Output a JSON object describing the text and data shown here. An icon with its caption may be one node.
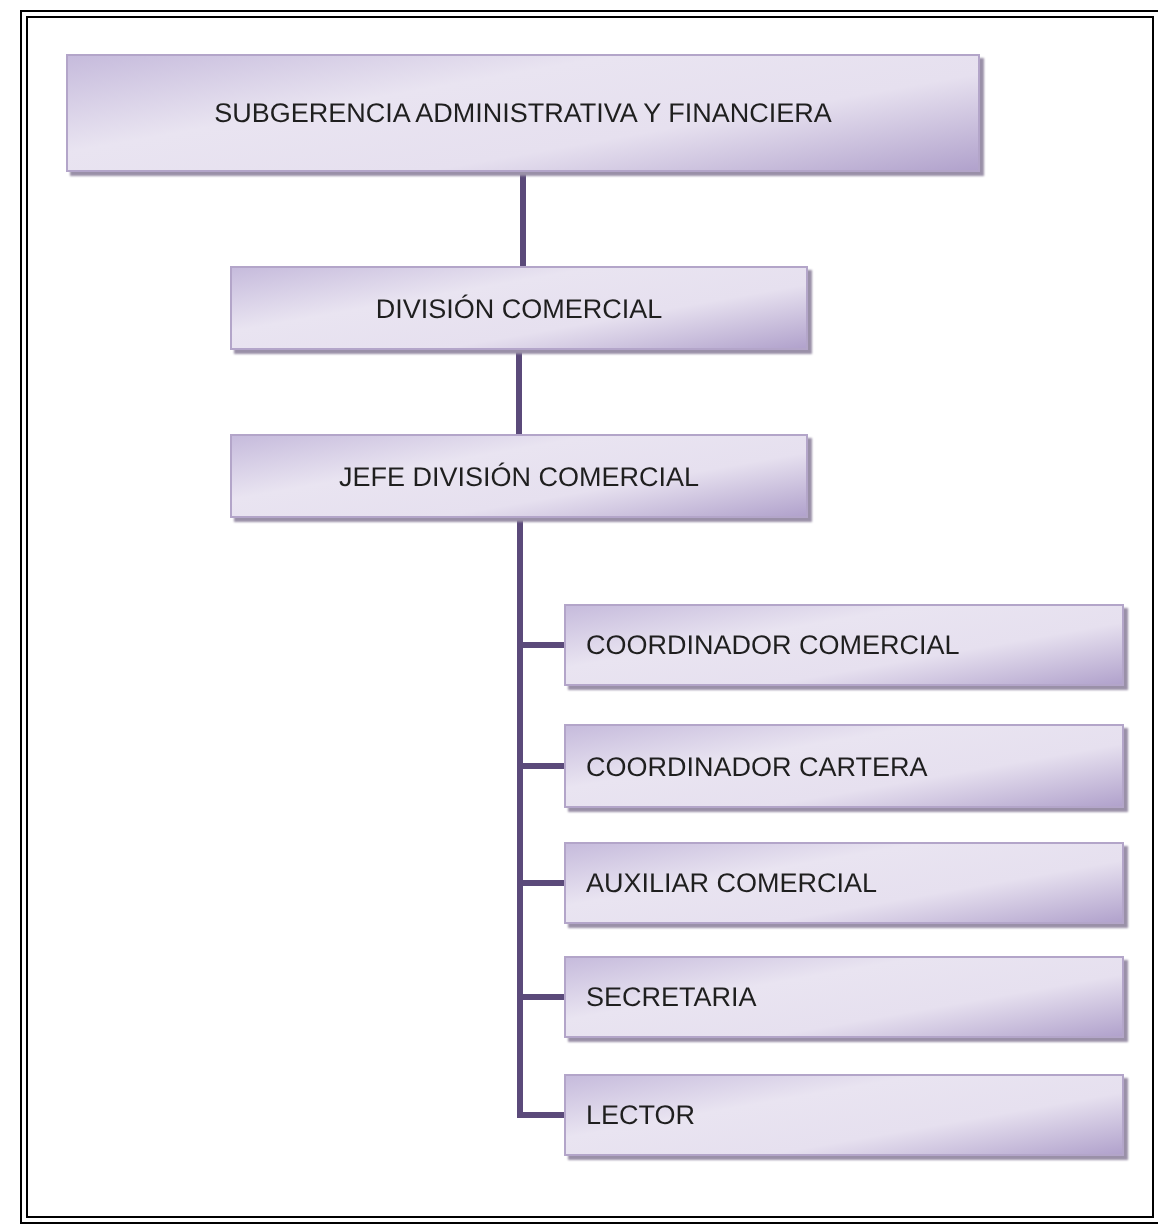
{
  "diagram": {
    "nodes": [
      {
        "text": [
          "SUBGERENCIA ADMINISTRATIVA Y FINANCIERA"
        ]
      },
      {
        "text": [
          "DIVISIÓN COMERCIAL"
        ]
      },
      {
        "text": [
          "JEFE DIVISIÓN COMERCIAL"
        ]
      },
      {
        "text": [
          "COORDINADOR COMERCIAL"
        ]
      },
      {
        "text": [
          "COORDINADOR CARTERA"
        ]
      },
      {
        "text": [
          "AUXILIAR COMERCIAL"
        ]
      },
      {
        "text": [
          "SECRETARIA"
        ]
      },
      {
        "text": [
          "LECTOR"
        ]
      }
    ],
    "edges": [
      {
        "from": 0,
        "to": 1,
        "arrow": "none"
      },
      {
        "from": 1,
        "to": 2,
        "arrow": "none"
      },
      {
        "from": 2,
        "to": 3,
        "arrow": "none"
      },
      {
        "from": 2,
        "to": 4,
        "arrow": "none"
      },
      {
        "from": 2,
        "to": 5,
        "arrow": "none"
      },
      {
        "from": 2,
        "to": 6,
        "arrow": "none"
      },
      {
        "from": 2,
        "to": 7,
        "arrow": "none"
      }
    ]
  }
}
